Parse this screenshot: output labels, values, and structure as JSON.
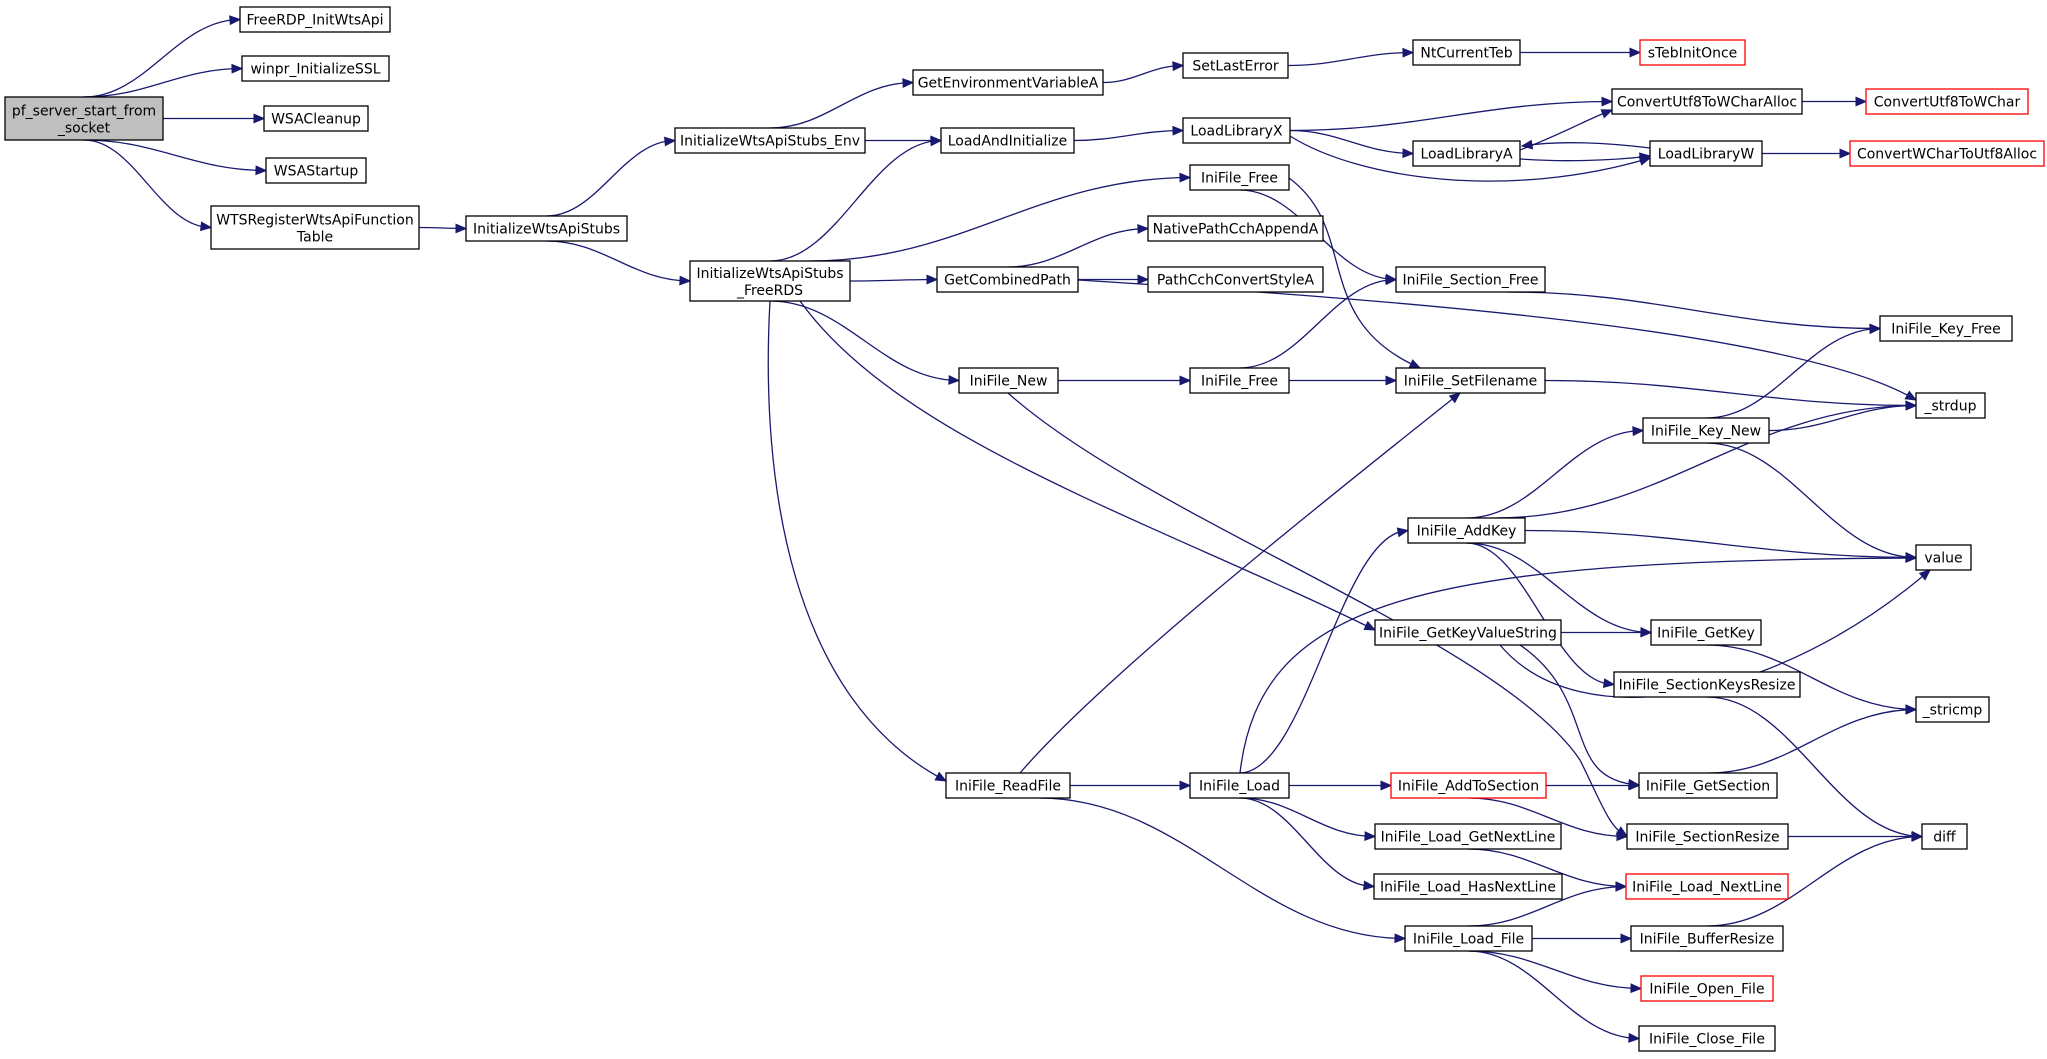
{
  "colors": {
    "edge": "#191970",
    "node_border": "#000000",
    "truncated_border": "#ff0000",
    "root_fill": "#bfbfbf",
    "node_fill": "#ffffff"
  },
  "nodes": {
    "pf_server_start_from_socket": {
      "lines": [
        "pf_server_start_from",
        "_socket"
      ],
      "kind": "root"
    },
    "FreeRDP_InitWtsApi": {
      "lines": [
        "FreeRDP_InitWtsApi"
      ],
      "kind": "normal"
    },
    "winpr_InitializeSSL": {
      "lines": [
        "winpr_InitializeSSL"
      ],
      "kind": "normal"
    },
    "WSACleanup": {
      "lines": [
        "WSACleanup"
      ],
      "kind": "normal"
    },
    "WSAStartup": {
      "lines": [
        "WSAStartup"
      ],
      "kind": "normal"
    },
    "WTSRegisterWtsApiFunctionTable": {
      "lines": [
        "WTSRegisterWtsApiFunction",
        "Table"
      ],
      "kind": "normal"
    },
    "InitializeWtsApiStubs": {
      "lines": [
        "InitializeWtsApiStubs"
      ],
      "kind": "normal"
    },
    "InitializeWtsApiStubs_Env": {
      "lines": [
        "InitializeWtsApiStubs_Env"
      ],
      "kind": "normal"
    },
    "InitializeWtsApiStubs_FreeRDS": {
      "lines": [
        "InitializeWtsApiStubs",
        "_FreeRDS"
      ],
      "kind": "normal"
    },
    "GetEnvironmentVariableA": {
      "lines": [
        "GetEnvironmentVariableA"
      ],
      "kind": "normal"
    },
    "LoadAndInitialize": {
      "lines": [
        "LoadAndInitialize"
      ],
      "kind": "normal"
    },
    "SetLastError": {
      "lines": [
        "SetLastError"
      ],
      "kind": "normal"
    },
    "NtCurrentTeb": {
      "lines": [
        "NtCurrentTeb"
      ],
      "kind": "normal"
    },
    "sTebInitOnce": {
      "lines": [
        "sTebInitOnce"
      ],
      "kind": "truncated"
    },
    "LoadLibraryX": {
      "lines": [
        "LoadLibraryX"
      ],
      "kind": "normal"
    },
    "ConvertUtf8ToWCharAlloc": {
      "lines": [
        "ConvertUtf8ToWCharAlloc"
      ],
      "kind": "normal"
    },
    "ConvertUtf8ToWChar": {
      "lines": [
        "ConvertUtf8ToWChar"
      ],
      "kind": "truncated"
    },
    "LoadLibraryA": {
      "lines": [
        "LoadLibraryA"
      ],
      "kind": "normal"
    },
    "LoadLibraryW": {
      "lines": [
        "LoadLibraryW"
      ],
      "kind": "normal"
    },
    "ConvertWCharToUtf8Alloc": {
      "lines": [
        "ConvertWCharToUtf8Alloc"
      ],
      "kind": "truncated"
    },
    "IniFile_Free_top": {
      "lines": [
        "IniFile_Free"
      ],
      "kind": "normal"
    },
    "GetCombinedPath": {
      "lines": [
        "GetCombinedPath"
      ],
      "kind": "normal"
    },
    "NativePathCchAppendA": {
      "lines": [
        "NativePathCchAppendA"
      ],
      "kind": "normal"
    },
    "PathCchConvertStyleA": {
      "lines": [
        "PathCchConvertStyleA"
      ],
      "kind": "normal"
    },
    "IniFile_Section_Free": {
      "lines": [
        "IniFile_Section_Free"
      ],
      "kind": "normal"
    },
    "IniFile_Key_Free": {
      "lines": [
        "IniFile_Key_Free"
      ],
      "kind": "normal"
    },
    "IniFile_New": {
      "lines": [
        "IniFile_New"
      ],
      "kind": "normal"
    },
    "IniFile_Free_mid": {
      "lines": [
        "IniFile_Free"
      ],
      "kind": "normal"
    },
    "IniFile_SetFilename": {
      "lines": [
        "IniFile_SetFilename"
      ],
      "kind": "normal"
    },
    "_strdup": {
      "lines": [
        "_strdup"
      ],
      "kind": "normal"
    },
    "IniFile_Key_New": {
      "lines": [
        "IniFile_Key_New"
      ],
      "kind": "normal"
    },
    "IniFile_AddKey": {
      "lines": [
        "IniFile_AddKey"
      ],
      "kind": "normal"
    },
    "value": {
      "lines": [
        "value"
      ],
      "kind": "normal"
    },
    "IniFile_GetKeyValueString": {
      "lines": [
        "IniFile_GetKeyValueString"
      ],
      "kind": "normal"
    },
    "IniFile_GetKey": {
      "lines": [
        "IniFile_GetKey"
      ],
      "kind": "normal"
    },
    "IniFile_SectionKeysResize": {
      "lines": [
        "IniFile_SectionKeysResize"
      ],
      "kind": "normal"
    },
    "_stricmp": {
      "lines": [
        "_stricmp"
      ],
      "kind": "normal"
    },
    "IniFile_ReadFile": {
      "lines": [
        "IniFile_ReadFile"
      ],
      "kind": "normal"
    },
    "IniFile_Load": {
      "lines": [
        "IniFile_Load"
      ],
      "kind": "normal"
    },
    "IniFile_AddToSection": {
      "lines": [
        "IniFile_AddToSection"
      ],
      "kind": "truncated"
    },
    "IniFile_GetSection": {
      "lines": [
        "IniFile_GetSection"
      ],
      "kind": "normal"
    },
    "IniFile_Load_GetNextLine": {
      "lines": [
        "IniFile_Load_GetNextLine"
      ],
      "kind": "normal"
    },
    "IniFile_SectionResize": {
      "lines": [
        "IniFile_SectionResize"
      ],
      "kind": "normal"
    },
    "diff": {
      "lines": [
        "diff"
      ],
      "kind": "normal"
    },
    "IniFile_Load_HasNextLine": {
      "lines": [
        "IniFile_Load_HasNextLine"
      ],
      "kind": "normal"
    },
    "IniFile_Load_NextLine": {
      "lines": [
        "IniFile_Load_NextLine"
      ],
      "kind": "truncated"
    },
    "IniFile_Load_File": {
      "lines": [
        "IniFile_Load_File"
      ],
      "kind": "normal"
    },
    "IniFile_BufferResize": {
      "lines": [
        "IniFile_BufferResize"
      ],
      "kind": "normal"
    },
    "IniFile_Open_File": {
      "lines": [
        "IniFile_Open_File"
      ],
      "kind": "truncated"
    },
    "IniFile_Close_File": {
      "lines": [
        "IniFile_Close_File"
      ],
      "kind": "normal"
    }
  },
  "edges": [
    [
      "pf_server_start_from_socket",
      "FreeRDP_InitWtsApi"
    ],
    [
      "pf_server_start_from_socket",
      "winpr_InitializeSSL"
    ],
    [
      "pf_server_start_from_socket",
      "WSACleanup"
    ],
    [
      "pf_server_start_from_socket",
      "WSAStartup"
    ],
    [
      "pf_server_start_from_socket",
      "WTSRegisterWtsApiFunctionTable"
    ],
    [
      "WTSRegisterWtsApiFunctionTable",
      "InitializeWtsApiStubs"
    ],
    [
      "InitializeWtsApiStubs",
      "InitializeWtsApiStubs_Env"
    ],
    [
      "InitializeWtsApiStubs",
      "InitializeWtsApiStubs_FreeRDS"
    ],
    [
      "InitializeWtsApiStubs_Env",
      "GetEnvironmentVariableA"
    ],
    [
      "InitializeWtsApiStubs_Env",
      "LoadAndInitialize"
    ],
    [
      "GetEnvironmentVariableA",
      "SetLastError"
    ],
    [
      "SetLastError",
      "NtCurrentTeb"
    ],
    [
      "NtCurrentTeb",
      "sTebInitOnce"
    ],
    [
      "LoadAndInitialize",
      "LoadLibraryX"
    ],
    [
      "LoadLibraryX",
      "ConvertUtf8ToWCharAlloc"
    ],
    [
      "LoadLibraryX",
      "LoadLibraryA"
    ],
    [
      "LoadLibraryX",
      "LoadLibraryW"
    ],
    [
      "ConvertUtf8ToWCharAlloc",
      "ConvertUtf8ToWChar"
    ],
    [
      "LoadLibraryA",
      "ConvertUtf8ToWCharAlloc"
    ],
    [
      "LoadLibraryA",
      "LoadLibraryW"
    ],
    [
      "LoadLibraryW",
      "LoadLibraryA"
    ],
    [
      "LoadLibraryW",
      "ConvertWCharToUtf8Alloc"
    ],
    [
      "InitializeWtsApiStubs_FreeRDS",
      "LoadAndInitialize"
    ],
    [
      "InitializeWtsApiStubs_FreeRDS",
      "IniFile_Free_top"
    ],
    [
      "InitializeWtsApiStubs_FreeRDS",
      "GetCombinedPath"
    ],
    [
      "InitializeWtsApiStubs_FreeRDS",
      "IniFile_New"
    ],
    [
      "InitializeWtsApiStubs_FreeRDS",
      "IniFile_GetKeyValueString"
    ],
    [
      "InitializeWtsApiStubs_FreeRDS",
      "IniFile_ReadFile"
    ],
    [
      "IniFile_Free_top",
      "IniFile_Section_Free"
    ],
    [
      "IniFile_Free_top",
      "IniFile_SetFilename"
    ],
    [
      "GetCombinedPath",
      "NativePathCchAppendA"
    ],
    [
      "GetCombinedPath",
      "PathCchConvertStyleA"
    ],
    [
      "GetCombinedPath",
      "_strdup"
    ],
    [
      "IniFile_Section_Free",
      "IniFile_Key_Free"
    ],
    [
      "IniFile_New",
      "IniFile_Free_mid"
    ],
    [
      "IniFile_New",
      "IniFile_SectionResize"
    ],
    [
      "IniFile_Free_mid",
      "IniFile_Section_Free"
    ],
    [
      "IniFile_Free_mid",
      "IniFile_SetFilename"
    ],
    [
      "IniFile_SetFilename",
      "_strdup"
    ],
    [
      "IniFile_Key_New",
      "IniFile_Key_Free"
    ],
    [
      "IniFile_Key_New",
      "_strdup"
    ],
    [
      "IniFile_Key_New",
      "value"
    ],
    [
      "IniFile_AddKey",
      "IniFile_Key_New"
    ],
    [
      "IniFile_AddKey",
      "_strdup"
    ],
    [
      "IniFile_AddKey",
      "value"
    ],
    [
      "IniFile_AddKey",
      "IniFile_GetKey"
    ],
    [
      "IniFile_AddKey",
      "IniFile_SectionKeysResize"
    ],
    [
      "IniFile_GetKeyValueString",
      "IniFile_GetKey"
    ],
    [
      "IniFile_GetKeyValueString",
      "value"
    ],
    [
      "IniFile_GetKeyValueString",
      "IniFile_GetSection"
    ],
    [
      "IniFile_GetKey",
      "_stricmp"
    ],
    [
      "IniFile_SectionKeysResize",
      "diff"
    ],
    [
      "IniFile_GetSection",
      "_stricmp"
    ],
    [
      "IniFile_ReadFile",
      "IniFile_SetFilename"
    ],
    [
      "IniFile_ReadFile",
      "IniFile_Load"
    ],
    [
      "IniFile_ReadFile",
      "IniFile_Load_File"
    ],
    [
      "IniFile_Load",
      "IniFile_AddKey"
    ],
    [
      "IniFile_Load",
      "value"
    ],
    [
      "IniFile_Load",
      "IniFile_AddToSection"
    ],
    [
      "IniFile_Load",
      "IniFile_Load_GetNextLine"
    ],
    [
      "IniFile_Load",
      "IniFile_Load_HasNextLine"
    ],
    [
      "IniFile_AddToSection",
      "IniFile_GetSection"
    ],
    [
      "IniFile_AddToSection",
      "IniFile_SectionResize"
    ],
    [
      "IniFile_SectionResize",
      "diff"
    ],
    [
      "IniFile_Load_GetNextLine",
      "IniFile_Load_NextLine"
    ],
    [
      "IniFile_Load_File",
      "IniFile_Load_NextLine"
    ],
    [
      "IniFile_Load_File",
      "IniFile_BufferResize"
    ],
    [
      "IniFile_Load_File",
      "IniFile_Open_File"
    ],
    [
      "IniFile_Load_File",
      "IniFile_Close_File"
    ],
    [
      "IniFile_BufferResize",
      "diff"
    ]
  ]
}
